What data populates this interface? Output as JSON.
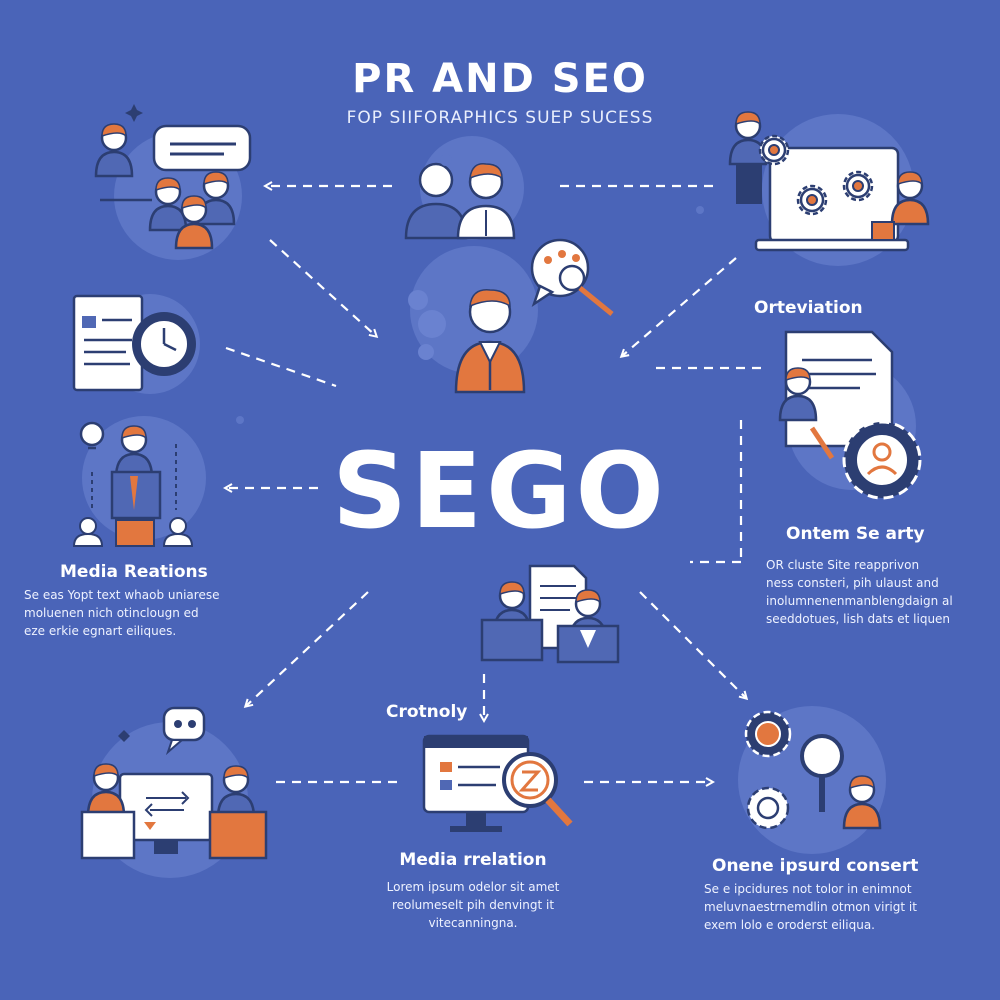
{
  "header": {
    "title": "PR AND SEO",
    "subtitle": "FOP SIIFORAPHICS SUEP SUCESS"
  },
  "center": {
    "text": "SEGO"
  },
  "labels": {
    "orteviation": "Orteviation",
    "ontem_se_arty": "Ontem Se arty",
    "media_reations": "Media Reations",
    "crotnoly": "Crotnoly",
    "media_rrelation": "Media rrelation",
    "onene_ipsurd_consert": "Onene ipsurd consert"
  },
  "texts": {
    "media_reations": [
      "Se eas Yopt text whaob uniarese",
      "moluenen nich otinclougn ed",
      "eze erkie egnart eiliques."
    ],
    "ontem_se_arty": [
      "OR cluste Site reapprivon",
      "ness consteri, pih ulaust and",
      "inolumnenenmanblengdaign al",
      "seeddotues, lish dats et liquen"
    ],
    "media_rrelation": [
      "Lorem ipsum odelor sit amet",
      "reolumeselt pih denvingt it",
      "vitecanningna."
    ],
    "onene_ipsurd_consert": [
      "Se e ipcidures not tolor in enimnot",
      "meluvnaestrnemdlin otmon virigt it",
      "exem lolo e oroderst eiliqua."
    ]
  },
  "icons": [
    "presentation-team-icon",
    "team-pair-icon",
    "gear-computer-icon",
    "document-clock-icon",
    "search-bubble-person-icon",
    "idea-person-icon",
    "document-gear-person-icon",
    "pair-document-icon",
    "computer-chat-icon",
    "monitor-magnifier-icon",
    "gear-magnifier-person-icon"
  ],
  "colors": {
    "background": "#4a64b8",
    "accent": "#e2773f",
    "navy": "#2c3e72",
    "text": "#ffffff"
  }
}
